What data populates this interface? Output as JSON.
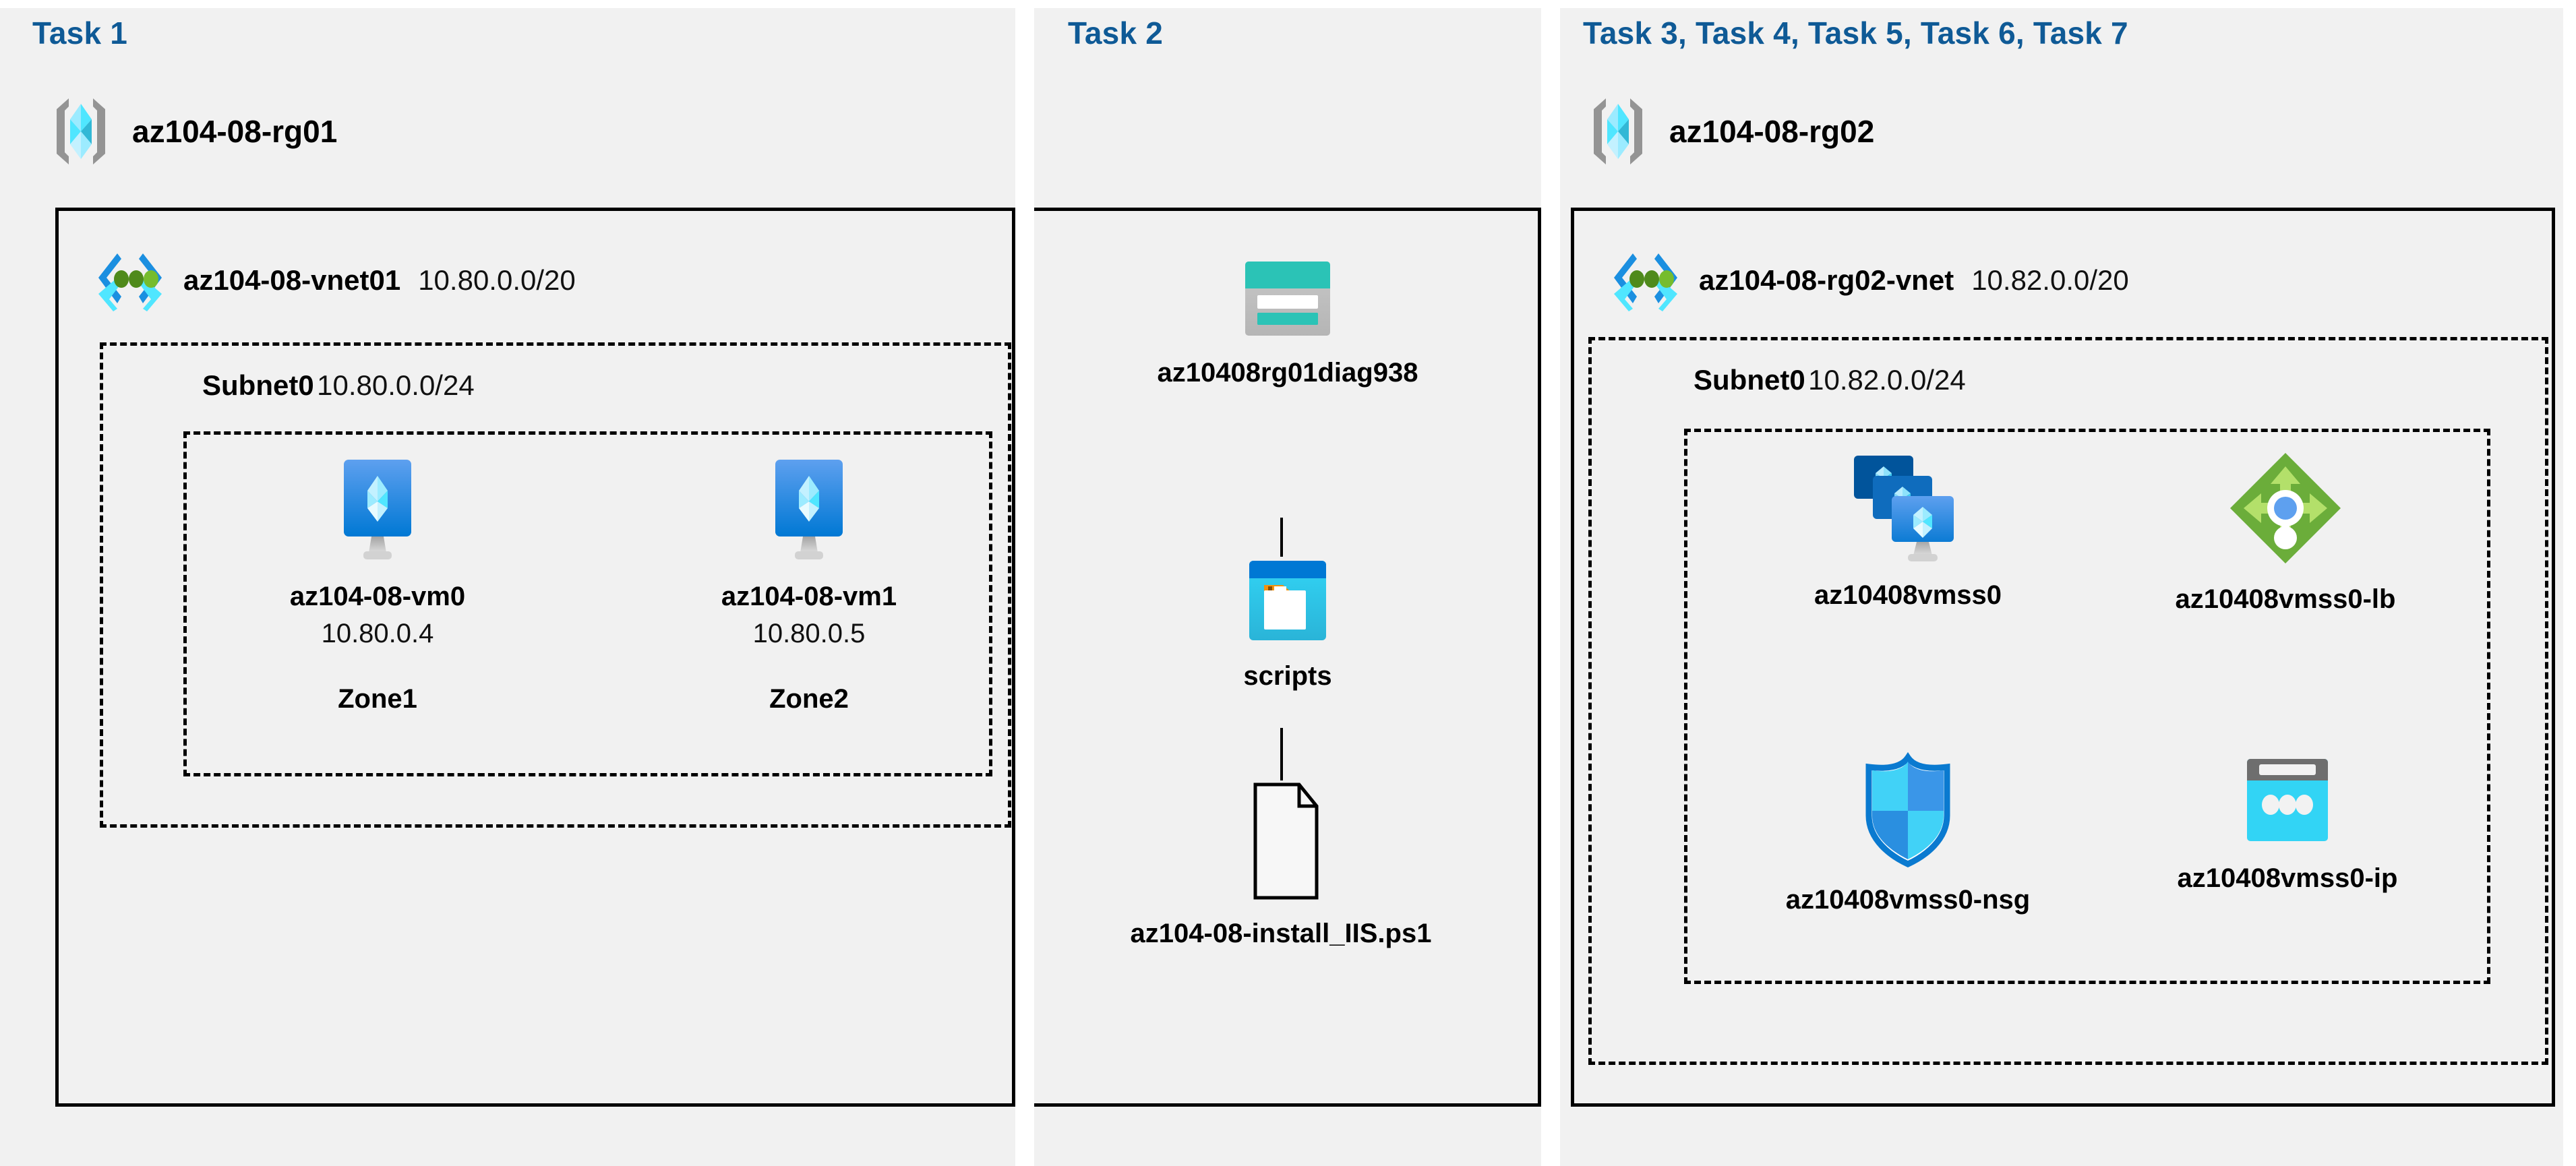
{
  "panels": [
    {
      "task_title": "Task 1"
    },
    {
      "task_title": "Task 2"
    },
    {
      "task_title": "Task 3, Task 4, Task 5, Task 6, Task 7"
    }
  ],
  "left": {
    "task_title": "Task 1",
    "resource_group": {
      "name": "az104-08-rg01",
      "icon": "resource-group-icon"
    },
    "vnet": {
      "name": "az104-08-vnet01",
      "cidr": "10.80.0.0/20",
      "icon": "virtual-network-icon"
    },
    "subnet": {
      "name": "Subnet0",
      "cidr": "10.80.0.0/24"
    },
    "vms": [
      {
        "name": "az104-08-vm0",
        "ip": "10.80.0.4",
        "zone": "Zone1",
        "icon": "virtual-machine-icon"
      },
      {
        "name": "az104-08-vm1",
        "ip": "10.80.0.5",
        "zone": "Zone2",
        "icon": "virtual-machine-icon"
      }
    ]
  },
  "middle": {
    "task_title": "Task 2",
    "items": [
      {
        "name": "az10408rg01diag938",
        "icon": "storage-account-icon"
      },
      {
        "name": "scripts",
        "icon": "blob-container-icon"
      },
      {
        "name": "az104-08-install_IIS.ps1",
        "icon": "file-icon"
      }
    ]
  },
  "right": {
    "task_title": "Task 3, Task 4, Task 5, Task 6, Task 7",
    "resource_group": {
      "name": "az104-08-rg02",
      "icon": "resource-group-icon"
    },
    "vnet": {
      "name": "az104-08-rg02-vnet",
      "cidr": "10.82.0.0/20",
      "icon": "virtual-network-icon"
    },
    "subnet": {
      "name": "Subnet0",
      "cidr": "10.82.0.0/24"
    },
    "resources": [
      {
        "name": "az10408vmss0",
        "icon": "vm-scale-set-icon"
      },
      {
        "name": "az10408vmss0-lb",
        "icon": "load-balancer-icon"
      },
      {
        "name": "az10408vmss0-nsg",
        "icon": "network-security-group-icon"
      },
      {
        "name": "az10408vmss0-ip",
        "icon": "public-ip-address-icon"
      }
    ]
  },
  "colors": {
    "task_title": "#0f5a96",
    "panel_bg": "#f1f1f1",
    "border": "#000000",
    "azure_blue": "#0078d4",
    "azure_cyan": "#50e6ff",
    "storage_teal": "#2bc3b6",
    "lb_green": "#6bad3a"
  }
}
